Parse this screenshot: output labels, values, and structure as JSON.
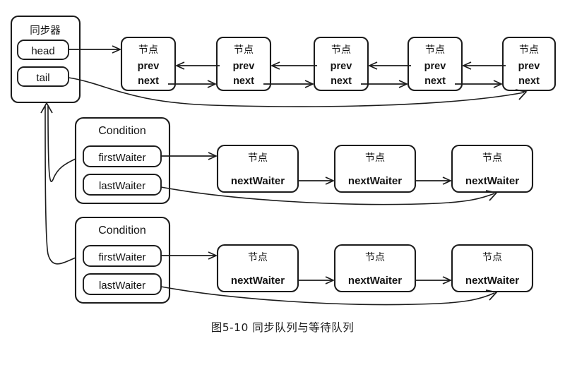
{
  "figure": {
    "caption": "图5-10  同步队列与等待队列",
    "caption_number": "图5-10",
    "caption_title": "同步队列与等待队列",
    "line_color": "#1c1c1c",
    "background": "#ffffff",
    "box_fill": "#fdfdfd"
  },
  "synchronizer": {
    "title": "同步器",
    "fields": [
      {
        "label": "head"
      },
      {
        "label": "tail"
      }
    ]
  },
  "sync_queue": {
    "node_title": "节点",
    "field_prev": "prev",
    "field_next": "next",
    "nodes": [
      {
        "title": "节点",
        "prev": "prev",
        "next": "next"
      },
      {
        "title": "节点",
        "prev": "prev",
        "next": "next"
      },
      {
        "title": "节点",
        "prev": "prev",
        "next": "next"
      },
      {
        "title": "节点",
        "prev": "prev",
        "next": "next"
      },
      {
        "title": "节点",
        "prev": "prev",
        "next": "next"
      }
    ]
  },
  "conditions": [
    {
      "title": "Condition",
      "first_waiter": "firstWaiter",
      "last_waiter": "lastWaiter",
      "wait_queue": [
        {
          "title": "节点",
          "next_waiter": "nextWaiter"
        },
        {
          "title": "节点",
          "next_waiter": "nextWaiter"
        },
        {
          "title": "节点",
          "next_waiter": "nextWaiter"
        }
      ]
    },
    {
      "title": "Condition",
      "first_waiter": "firstWaiter",
      "last_waiter": "lastWaiter",
      "wait_queue": [
        {
          "title": "节点",
          "next_waiter": "nextWaiter"
        },
        {
          "title": "节点",
          "next_waiter": "nextWaiter"
        },
        {
          "title": "节点",
          "next_waiter": "nextWaiter"
        }
      ]
    }
  ]
}
